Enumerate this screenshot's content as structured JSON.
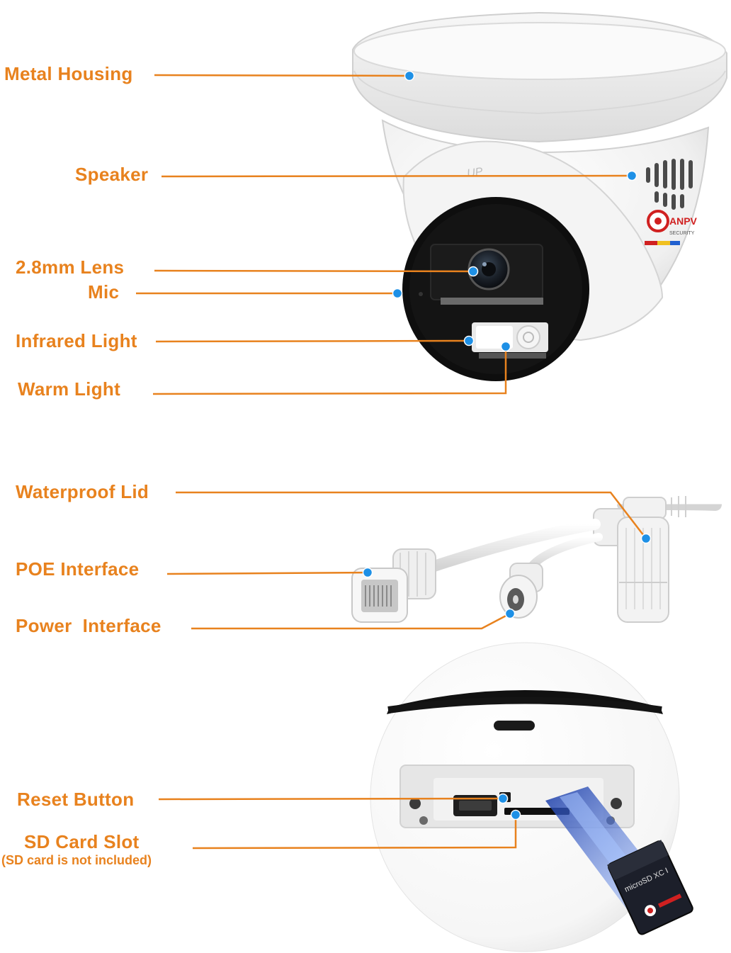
{
  "colors": {
    "label": "#e8821e",
    "leader_line": "#e8821e",
    "dot": "#1e90e6",
    "housing": "#f2f2f2",
    "lens_face": "#111111",
    "sd_glow": "#3a6fe8"
  },
  "brand_text": "ANPV",
  "brand_sub": "SECURITY",
  "up_mark": "UP",
  "sd_card_text": "microSD XC I",
  "labels": {
    "metal_housing": "Metal Housing",
    "speaker": "Speaker",
    "lens": "2.8mm Lens",
    "mic": "Mic",
    "infrared_light": "Infrared Light",
    "warm_light": "Warm Light",
    "waterproof_lid": "Waterproof Lid",
    "poe_interface": "POE Interface",
    "power_interface": "Power  Interface",
    "reset_button": "Reset Button",
    "sd_card_slot": "SD Card Slot",
    "sd_note": "(SD card is not included)"
  }
}
